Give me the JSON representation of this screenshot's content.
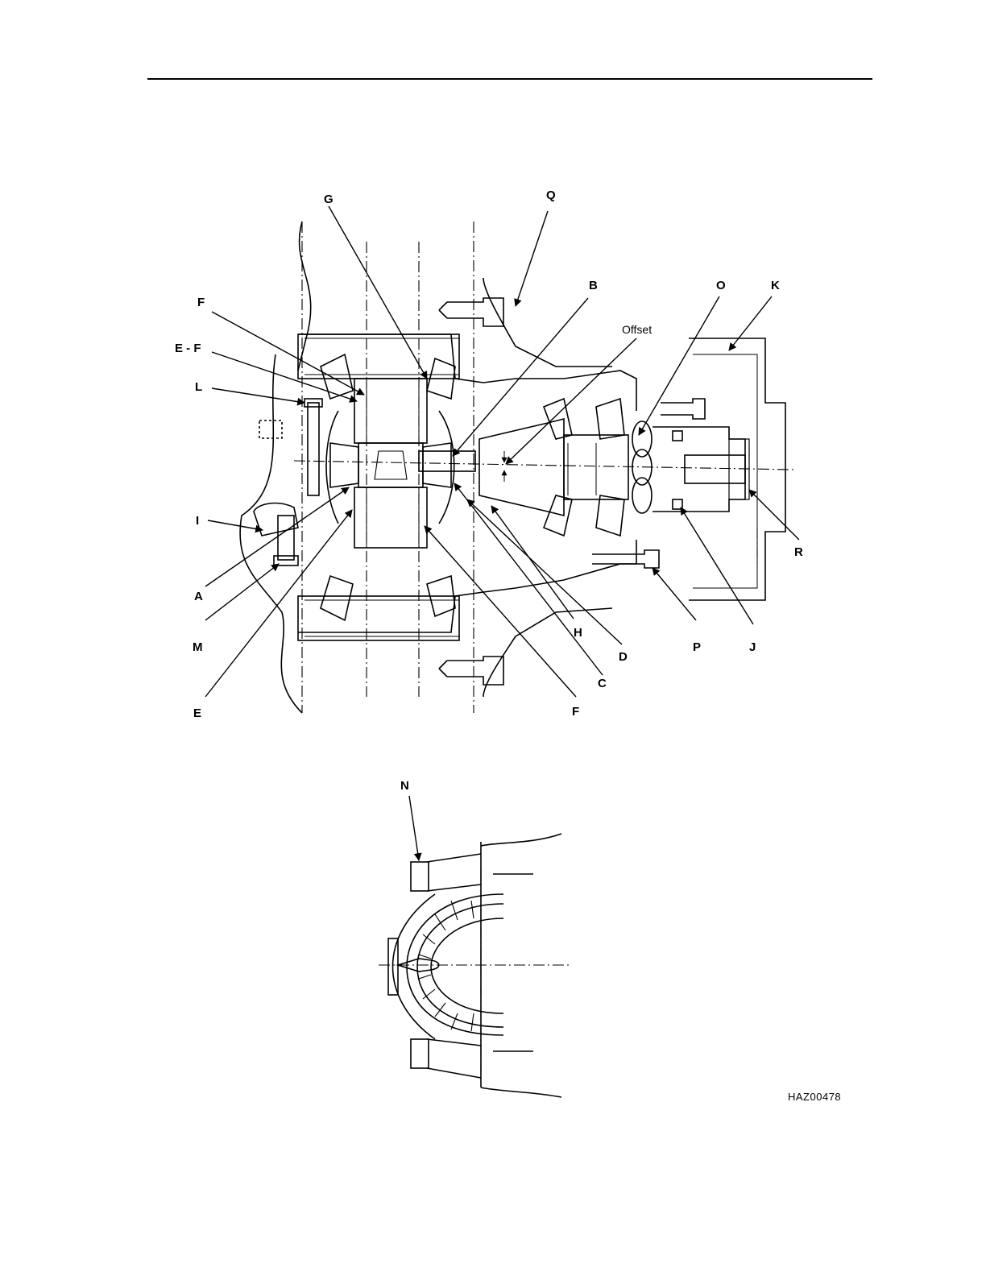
{
  "diagram": {
    "callouts": {
      "G": "G",
      "Q": "Q",
      "B": "B",
      "O": "O",
      "K": "K",
      "F_top": "F",
      "EF": "E - F",
      "L": "L",
      "offset": "Offset",
      "I": "I",
      "A": "A",
      "M": "M",
      "E": "E",
      "R": "R",
      "H": "H",
      "P": "P",
      "J": "J",
      "D": "D",
      "C": "C",
      "F_bottom": "F",
      "N": "N"
    },
    "figure_code": "HAZ00478"
  }
}
